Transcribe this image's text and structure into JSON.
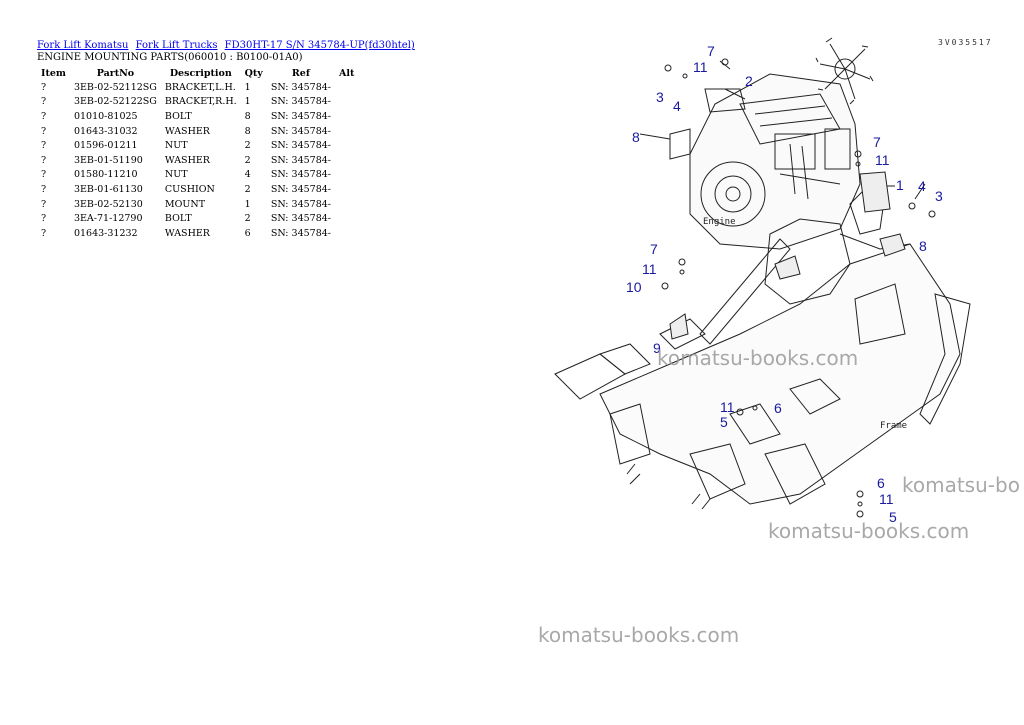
{
  "breadcrumb": {
    "link1": "Fork Lift Komatsu",
    "link2": "Fork Lift Trucks",
    "link3": "FD30HT-17 S/N 345784-UP(fd30htel)"
  },
  "page_title": "ENGINE MOUNTING PARTS(060010 : B0100-01A0)",
  "table": {
    "headers": [
      "Item",
      "PartNo",
      "Description",
      "Qty",
      "Ref",
      "Alt"
    ],
    "rows": [
      [
        "?",
        "3EB-02-52112SG",
        "BRACKET,L.H.",
        "1",
        "SN: 345784-",
        ""
      ],
      [
        "?",
        "3EB-02-52122SG",
        "BRACKET,R.H.",
        "1",
        "SN: 345784-",
        ""
      ],
      [
        "?",
        "01010-81025",
        "BOLT",
        "8",
        "SN: 345784-",
        ""
      ],
      [
        "?",
        "01643-31032",
        "WASHER",
        "8",
        "SN: 345784-",
        ""
      ],
      [
        "?",
        "01596-01211",
        "NUT",
        "2",
        "SN: 345784-",
        ""
      ],
      [
        "?",
        "3EB-01-51190",
        "WASHER",
        "2",
        "SN: 345784-",
        ""
      ],
      [
        "?",
        "01580-11210",
        "NUT",
        "4",
        "SN: 345784-",
        ""
      ],
      [
        "?",
        "3EB-01-61130",
        "CUSHION",
        "2",
        "SN: 345784-",
        ""
      ],
      [
        "?",
        "3EB-02-52130",
        "MOUNT",
        "1",
        "SN: 345784-",
        ""
      ],
      [
        "?",
        "3EA-71-12790",
        "BOLT",
        "2",
        "SN: 345784-",
        ""
      ],
      [
        "?",
        "01643-31232",
        "WASHER",
        "6",
        "SN: 345784-",
        ""
      ]
    ]
  },
  "diagram": {
    "code": "3V035517",
    "engine_label": "Engine",
    "frame_label": "Frame",
    "callouts": {
      "c7a": "7",
      "c11a": "11",
      "c3a": "3",
      "c4a": "4",
      "c2": "2",
      "c8a": "8",
      "c7b": "7",
      "c11b": "11",
      "c1": "1",
      "c4b": "4",
      "c3b": "3",
      "c8b": "8",
      "c7c": "7",
      "c11c": "11",
      "c10": "10",
      "c9": "9",
      "c11d": "11",
      "c6a": "6",
      "c5a": "5",
      "c6b": "6",
      "c11e": "11",
      "c5b": "5"
    }
  },
  "watermarks": {
    "w1": "komatsu-books.com",
    "w2": "komatsu-bo",
    "w3": "komatsu-books.com",
    "w4": "komatsu-books.com"
  }
}
